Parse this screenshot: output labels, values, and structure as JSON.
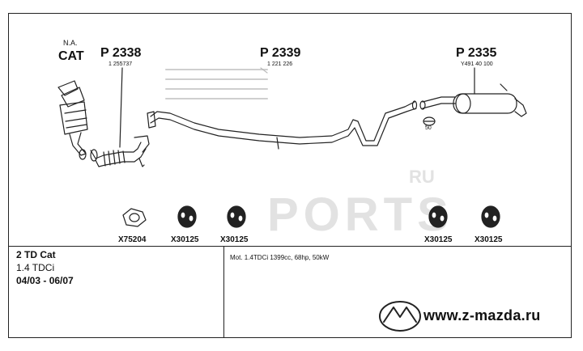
{
  "catalytic": {
    "na": "N.A.",
    "label": "CAT"
  },
  "sections": [
    {
      "code": "P 2338",
      "oem": "1 255737"
    },
    {
      "code": "P 2339",
      "oem": "1 221 226"
    },
    {
      "code": "P 2335",
      "oem": "Y491 40 100"
    }
  ],
  "callout_number": "50",
  "parts": [
    {
      "code": "X75204",
      "type": "gasket"
    },
    {
      "code": "X30125",
      "type": "rubber-hanger"
    },
    {
      "code": "X30125",
      "type": "rubber-hanger"
    },
    {
      "code": "X30125",
      "type": "rubber-hanger"
    },
    {
      "code": "X30125",
      "type": "rubber-hanger"
    }
  ],
  "model": {
    "name": "2 TD Cat",
    "engine": "1.4 TDCi",
    "years": "04/03 - 06/07"
  },
  "engine_spec": "Mot. 1.4TDCi 1399cc, 68hp, 50kW",
  "watermark": {
    "main": "PORTS",
    "suffix": "RU"
  },
  "footer": {
    "url": "www.z-mazda.ru",
    "logo": "mazda-logo-icon"
  }
}
